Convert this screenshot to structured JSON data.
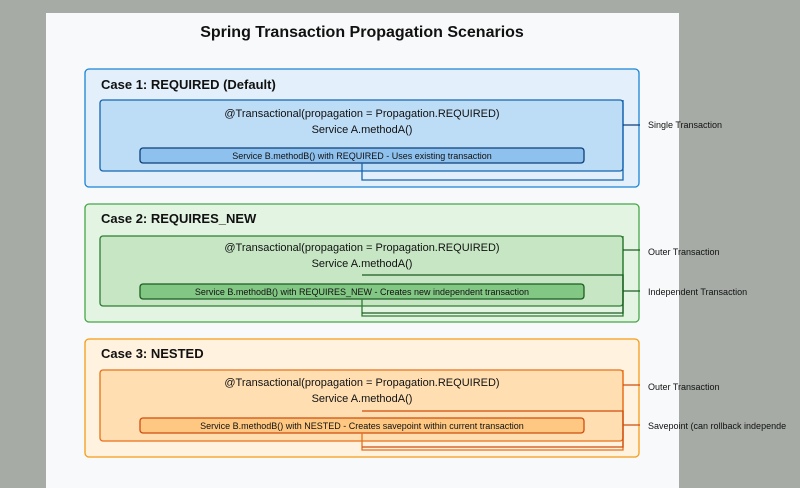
{
  "title": "Spring Transaction Propagation Scenarios",
  "colors": {
    "blue_outer_fill": "#e3f0fc",
    "blue_outer_stroke": "#1a84d6",
    "blue_inner_fill": "#bddcf6",
    "blue_inner_stroke": "#1565b0",
    "blue_bar_fill": "#8fc1ee",
    "blue_bar_stroke": "#0d3f7a",
    "green_outer_fill": "#e4f4e3",
    "green_outer_stroke": "#45a647",
    "green_inner_fill": "#c6e6c4",
    "green_inner_stroke": "#2e7d32",
    "green_bar_fill": "#82c784",
    "green_bar_stroke": "#1b5e20",
    "orange_outer_fill": "#fff2df",
    "orange_outer_stroke": "#f59c16",
    "orange_inner_fill": "#ffdfb2",
    "orange_inner_stroke": "#e8701a",
    "orange_bar_fill": "#ffc882",
    "orange_bar_stroke": "#cf4d0f"
  },
  "cases": [
    {
      "title": "Case 1: REQUIRED (Default)",
      "annotation": "@Transactional(propagation = Propagation.REQUIRED)",
      "method_a": "Service A.methodA()",
      "method_b": "Service B.methodB() with REQUIRED - Uses existing transaction",
      "labels": [
        "Single Transaction"
      ]
    },
    {
      "title": "Case 2: REQUIRES_NEW",
      "annotation": "@Transactional(propagation = Propagation.REQUIRED)",
      "method_a": "Service A.methodA()",
      "method_b": "Service B.methodB() with REQUIRES_NEW - Creates new independent transaction",
      "labels": [
        "Outer Transaction",
        "Independent Transaction"
      ]
    },
    {
      "title": "Case 3: NESTED",
      "annotation": "@Transactional(propagation = Propagation.REQUIRED)",
      "method_a": "Service A.methodA()",
      "method_b": "Service B.methodB() with NESTED - Creates savepoint within current transaction",
      "labels": [
        "Outer Transaction",
        "Savepoint (can rollback independe"
      ]
    }
  ]
}
